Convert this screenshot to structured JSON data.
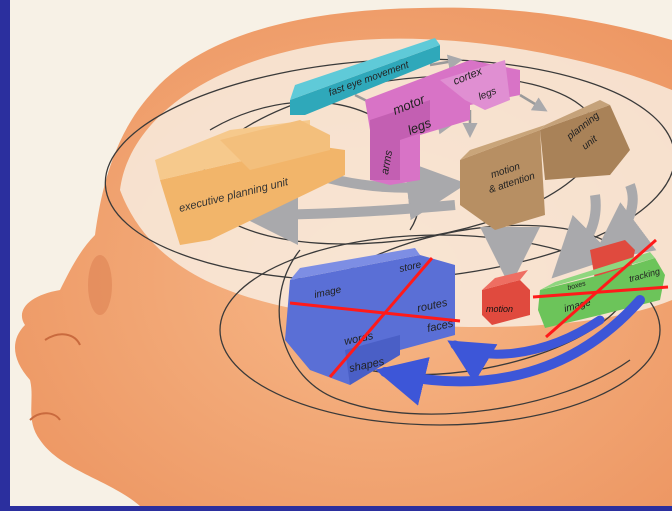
{
  "labels": {
    "fast_eye_movement": "fast eye movement",
    "motor": "motor",
    "cortex": "cortex",
    "legs_top": "legs",
    "legs": "legs",
    "arms": "arms",
    "executive_planning_unit": "executive planning unit",
    "motion_attention_1": "motion",
    "motion_attention_2": "& attention",
    "planning_unit_1": "planning",
    "planning_unit_2": "unit",
    "image_blue": "image",
    "store": "store",
    "routes": "routes",
    "faces": "faces",
    "words": "words",
    "shapes": "shapes",
    "motion_red": "motion",
    "image_green": "image",
    "boxes": "boxes",
    "tracking": "tracking"
  },
  "colors": {
    "background": "#2b2f9e",
    "skin": "#f0a070",
    "paper": "#f7f1e6",
    "teal": "#3cb8c8",
    "magenta": "#d873c6",
    "tan": "#b78f63",
    "orange_block": "#f2b56a",
    "blue_block": "#5a6fd6",
    "red_block": "#e04a3e",
    "green_block": "#6cc45a",
    "cross_line": "#ff1a1a",
    "arrow_blue": "#3d56d8",
    "arrow_gray": "#a9a9ac"
  }
}
